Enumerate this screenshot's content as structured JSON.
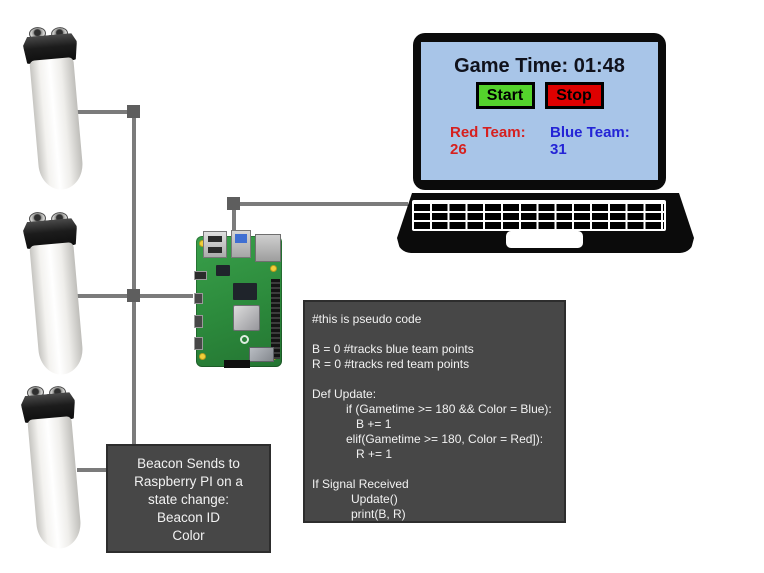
{
  "laptop": {
    "screen": {
      "title": "Game Time: 01:48",
      "start_label": "Start",
      "stop_label": "Stop",
      "red_label": "Red Team:",
      "red_score": "26",
      "blue_label": "Blue Team:",
      "blue_score": "31"
    }
  },
  "code_box": {
    "lines": [
      "#this is pseudo code",
      "",
      "B = 0 #tracks blue team points",
      "R = 0 #tracks red team points",
      "",
      "Def Update:",
      "if (Gametime >= 180 && Color = Blue):",
      "B += 1",
      "elif(Gametime >= 180, Color = Red]):",
      "R += 1",
      "",
      "If Signal Received",
      "Update()",
      "print(B, R)"
    ]
  },
  "note_box": {
    "lines": [
      "Beacon Sends to",
      "Raspberry PI on a",
      "state change:",
      "Beacon ID",
      "Color"
    ]
  },
  "images": {
    "beacon": "beacon-device-photo",
    "raspberry_pi": "raspberry-pi-board-photo",
    "laptop": "laptop-illustration"
  },
  "colors": {
    "screen_bg": "#a8c5e8",
    "start_green": "#54d42c",
    "stop_red": "#de0000",
    "red_team_text": "#d6201f",
    "blue_team_text": "#2424d6",
    "box_bg": "#474747",
    "connector_gray": "#7b7b7b"
  }
}
